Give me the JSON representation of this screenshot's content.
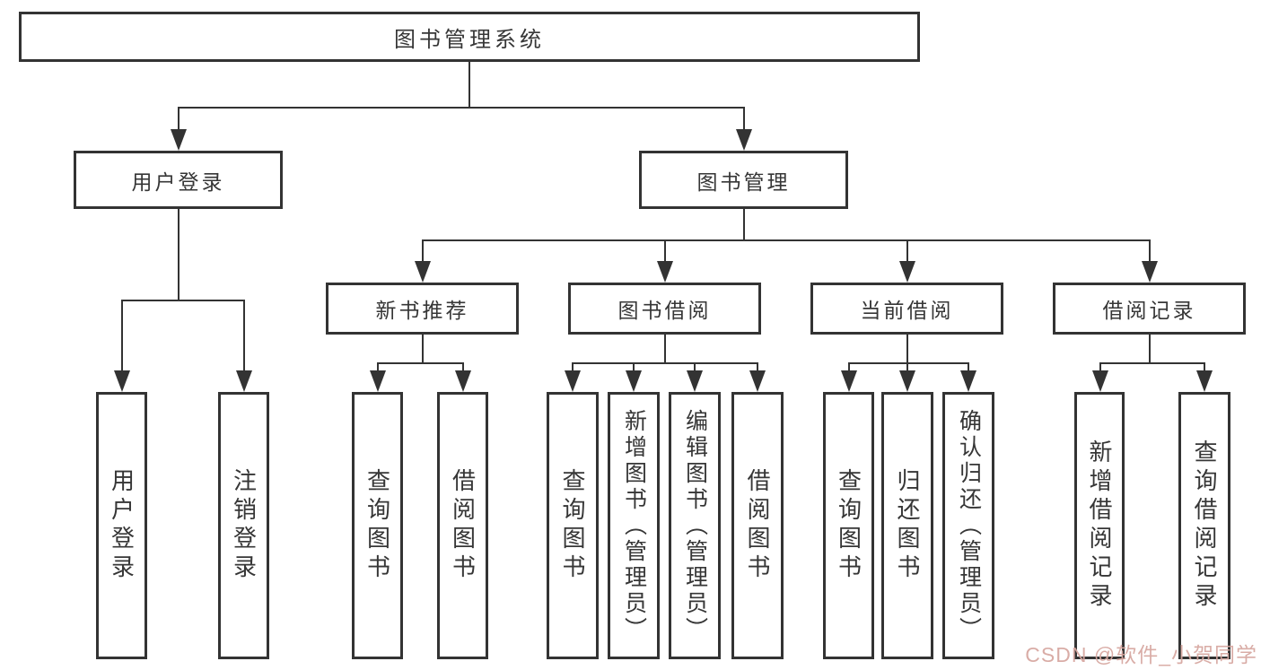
{
  "tree": {
    "label": "图书管理系统",
    "children": [
      {
        "label": "用户登录",
        "children": [
          {
            "label": "用户登录"
          },
          {
            "label": "注销登录"
          }
        ]
      },
      {
        "label": "图书管理",
        "children": [
          {
            "label": "新书推荐",
            "children": [
              {
                "label": "查询图书"
              },
              {
                "label": "借阅图书"
              }
            ]
          },
          {
            "label": "图书借阅",
            "children": [
              {
                "label": "查询图书"
              },
              {
                "label": "新增图书（管理员）"
              },
              {
                "label": "编辑图书（管理员）"
              },
              {
                "label": "借阅图书"
              }
            ]
          },
          {
            "label": "当前借阅",
            "children": [
              {
                "label": "查询图书"
              },
              {
                "label": "归还图书"
              },
              {
                "label": "确认归还（管理员）"
              }
            ]
          },
          {
            "label": "借阅记录",
            "children": [
              {
                "label": "新增借阅记录"
              },
              {
                "label": "查询借阅记录"
              }
            ]
          }
        ]
      }
    ]
  },
  "watermark": {
    "text": "CSDN @软件_小贺同学"
  },
  "colors": {
    "line": "#333333",
    "box_border": "#333333",
    "text": "#363636",
    "background": "#ffffff",
    "watermark": "#d6a69f"
  }
}
